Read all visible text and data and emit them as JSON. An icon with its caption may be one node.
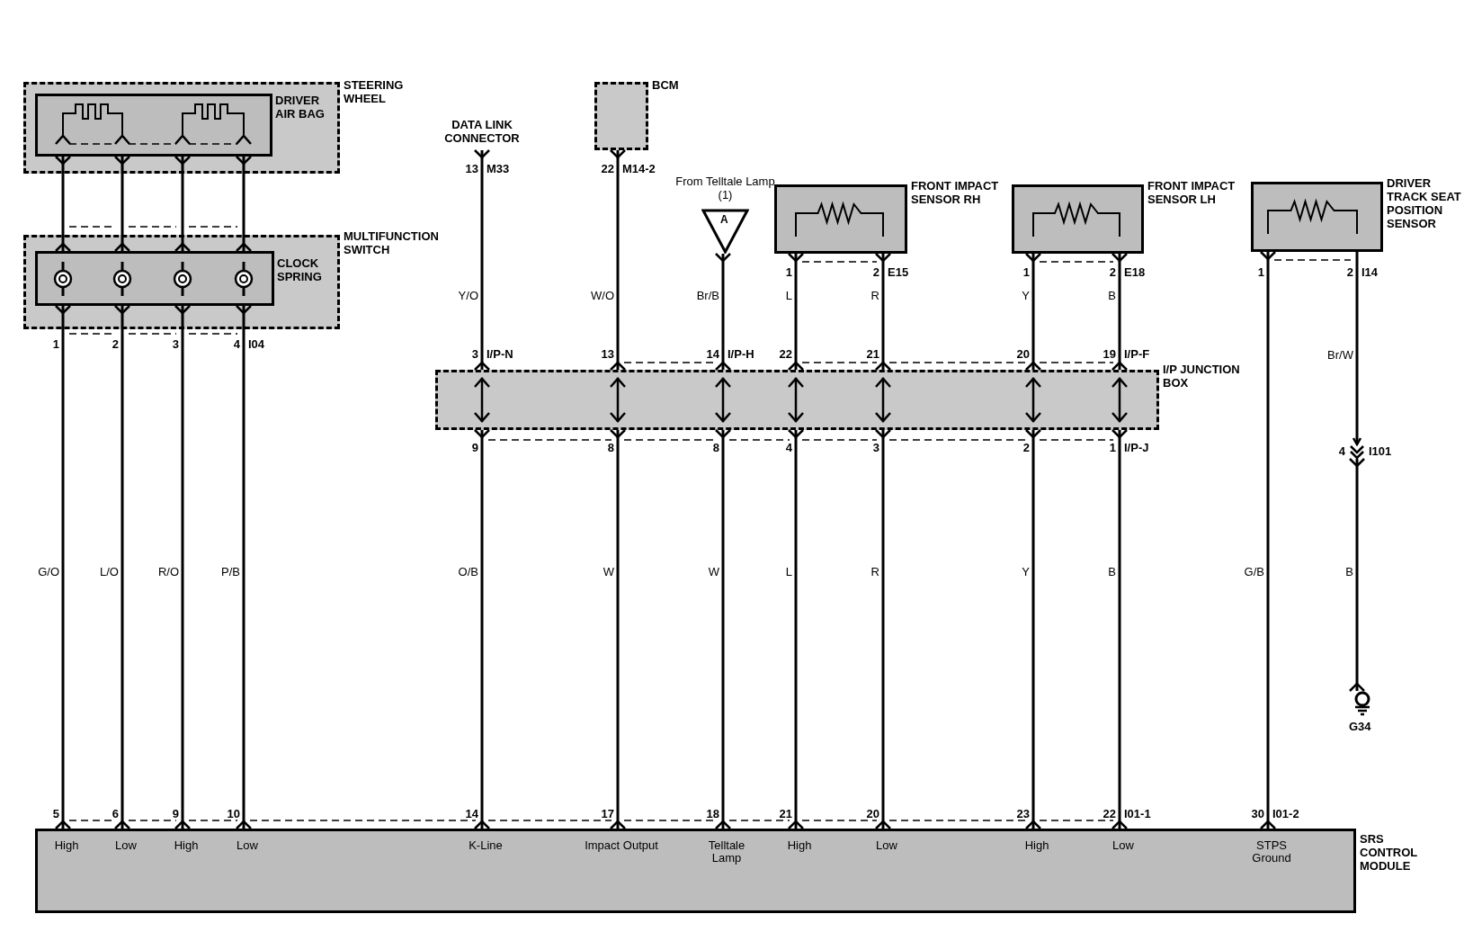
{
  "diagram": {
    "nodes": [
      {
        "text": [
          "STEERING WHEEL"
        ]
      },
      {
        "text": [
          "DRIVER AIR BAG"
        ],
        "in": 0
      },
      {
        "text": [
          "MULTIFUNCTION SWITCH"
        ]
      },
      {
        "text": [
          "CLOCK SPRING"
        ],
        "in": 2
      },
      {
        "text": [
          "DATA LINK CONNECTOR"
        ]
      },
      {
        "text": [
          "BCM"
        ]
      },
      {
        "text": [
          "From Telltale Lamp (1)",
          "A"
        ]
      },
      {
        "text": [
          "FRONT IMPACT SENSOR RH"
        ]
      },
      {
        "text": [
          "FRONT IMPACT SENSOR LH"
        ]
      },
      {
        "text": [
          "DRIVER TRACK SEAT POSITION SENSOR"
        ]
      },
      {
        "text": [
          "I/P JUNCTION BOX"
        ]
      },
      {
        "text": [
          "G34"
        ]
      },
      {
        "text": [
          "SRS CONTROL MODULE",
          "High",
          "Low",
          "High",
          "Low",
          "K-Line",
          "Impact Output",
          "Telltale Lamp",
          "High",
          "Low",
          "High",
          "Low",
          "STPS Ground"
        ]
      },
      {
        "text": [],
        "shape": "connector",
        "beside": [
          "4",
          "I101"
        ]
      }
    ],
    "edges": [
      {
        "from": 1,
        "to": 3,
        "arrow": "other"
      },
      {
        "from": 1,
        "to": 3,
        "arrow": "other"
      },
      {
        "from": 1,
        "to": 3,
        "arrow": "other"
      },
      {
        "from": 1,
        "to": 3,
        "arrow": "other"
      },
      {
        "from": 3,
        "to": 12,
        "arrow": "other",
        "label": "G/O"
      },
      {
        "from": 3,
        "to": 12,
        "arrow": "other",
        "label": "L/O"
      },
      {
        "from": 3,
        "to": 12,
        "arrow": "other",
        "label": "R/O"
      },
      {
        "from": 3,
        "to": 12,
        "arrow": "other",
        "label": "P/B"
      },
      {
        "from": 4,
        "to": 10,
        "arrow": "other",
        "label": "Y/O"
      },
      {
        "from": 5,
        "to": 10,
        "arrow": "other",
        "label": "W/O"
      },
      {
        "from": 6,
        "to": 10,
        "arrow": "other",
        "label": "Br/B"
      },
      {
        "from": 7,
        "to": 10,
        "arrow": "other",
        "label": "L"
      },
      {
        "from": 7,
        "to": 10,
        "arrow": "other",
        "label": "R"
      },
      {
        "from": 8,
        "to": 10,
        "arrow": "other",
        "label": "Y"
      },
      {
        "from": 8,
        "to": 10,
        "arrow": "other",
        "label": "B"
      },
      {
        "from": 10,
        "to": 12,
        "arrow": "other",
        "label": "O/B"
      },
      {
        "from": 10,
        "to": 12,
        "arrow": "other",
        "label": "W"
      },
      {
        "from": 10,
        "to": 12,
        "arrow": "other",
        "label": "W"
      },
      {
        "from": 10,
        "to": 12,
        "arrow": "other",
        "label": "L"
      },
      {
        "from": 10,
        "to": 12,
        "arrow": "other",
        "label": "R"
      },
      {
        "from": 10,
        "to": 12,
        "arrow": "other",
        "label": "Y"
      },
      {
        "from": 10,
        "to": 12,
        "arrow": "other",
        "label": "B"
      },
      {
        "from": 9,
        "to": 12,
        "arrow": "other",
        "label": "G/B"
      },
      {
        "from": 9,
        "to": 13,
        "arrow": "to",
        "label": "Br/W"
      },
      {
        "from": 13,
        "to": 11,
        "arrow": "other",
        "label": "B"
      }
    ],
    "labels": [
      "1",
      "2",
      "3",
      "4",
      "I04",
      "13",
      "M33",
      "22",
      "M14-2",
      "1",
      "2",
      "E15",
      "1",
      "2",
      "E18",
      "1",
      "2",
      "I14",
      "3",
      "I/P-N",
      "13",
      "14",
      "I/P-H",
      "22",
      "21",
      "20",
      "19",
      "I/P-F",
      "9",
      "8",
      "8",
      "4",
      "3",
      "2",
      "1",
      "I/P-J",
      "5",
      "6",
      "9",
      "10",
      "14",
      "17",
      "18",
      "21",
      "20",
      "23",
      "22",
      "I01-1",
      "30",
      "I01-2"
    ]
  }
}
